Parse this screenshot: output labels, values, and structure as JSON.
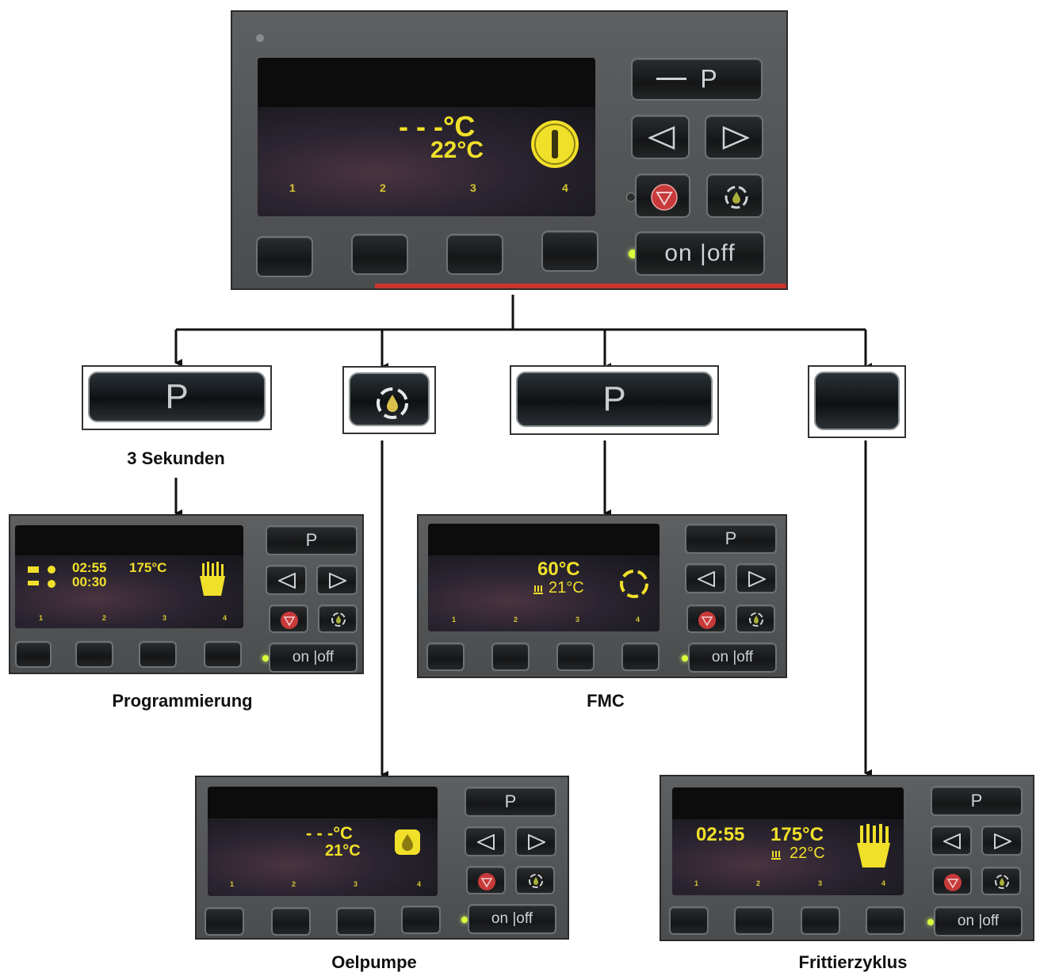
{
  "main_display": {
    "line1": "- - -°C",
    "line2": "22°C",
    "slots": [
      "1",
      "2",
      "3",
      "4"
    ]
  },
  "controls": {
    "program_key": "P",
    "on_off": "on |off"
  },
  "buttons": {
    "program": "P",
    "fmc": "P"
  },
  "labels": {
    "three_seconds": "3 Sekunden",
    "programmierung": "Programmierung",
    "fmc": "FMC",
    "oelpumpe": "Oelpumpe",
    "frittierzyklus": "Frittierzyklus"
  },
  "prog_display": {
    "time1": "02:55",
    "temp1": "175°C",
    "time2": "00:30"
  },
  "fmc_display": {
    "line1": "60°C",
    "line2": "21°C"
  },
  "oel_display": {
    "line1": "- - -°C",
    "line2": "21°C"
  },
  "fritt_display": {
    "time": "02:55",
    "temp": "175°C",
    "line2": "22°C"
  },
  "colors": {
    "display_text": "#f1e02a",
    "panel": "#545658",
    "led": "#d8ff3a"
  }
}
